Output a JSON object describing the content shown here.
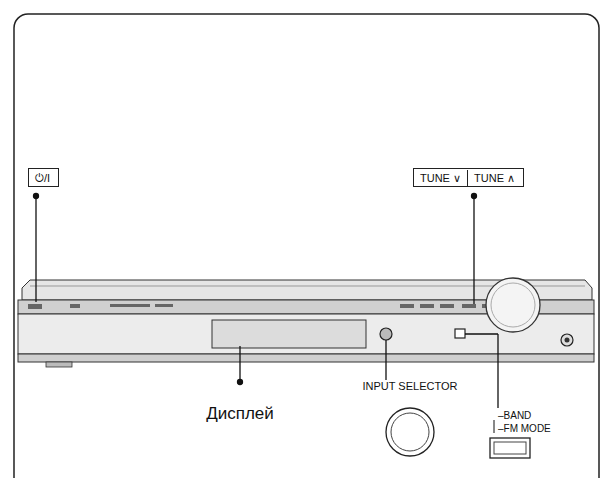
{
  "diagram": {
    "nodes": [
      {
        "text": [
          "⏻/I"
        ]
      },
      {
        "text": [
          "TUNE ∨",
          "TUNE ∧"
        ]
      }
    ],
    "labels": [
      "Дисплей",
      "INPUT SELECTOR",
      "–BAND",
      "–FM MODE"
    ]
  }
}
